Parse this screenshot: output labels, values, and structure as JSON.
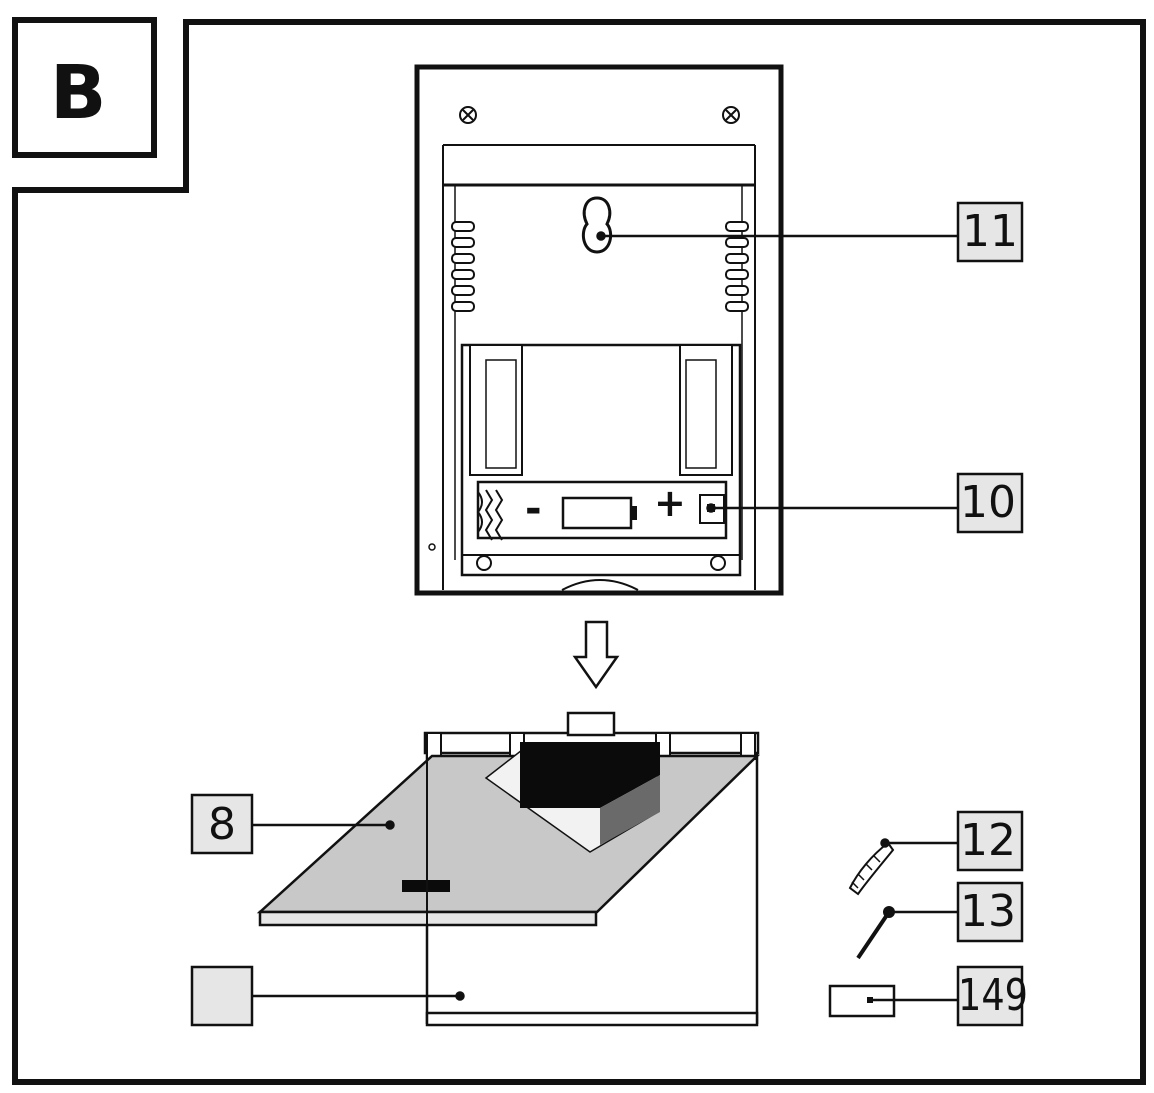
{
  "panel_label": "B",
  "battery": {
    "minus": "-",
    "plus": "+"
  },
  "callouts": {
    "c11": "11",
    "c10": "10",
    "c8": "8",
    "c_blank": "",
    "c12": "12",
    "c13": "13",
    "c149": "149"
  },
  "colors": {
    "line": "#111111",
    "callout_fill": "#e6e6e6",
    "panel_fill": "#c8c8c8",
    "dark_fill": "#0b0b0b"
  }
}
